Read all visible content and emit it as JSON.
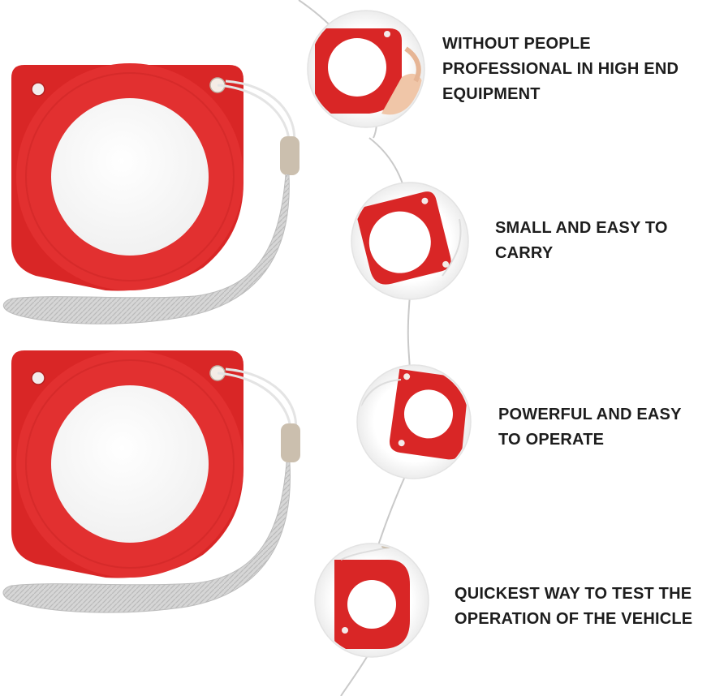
{
  "colors": {
    "product_red": "#dd2a2a",
    "strap_gray": "#cfcfcf",
    "clip_beige": "#cbbfae",
    "text": "#1d1d1d",
    "connector_line": "#c9c9c9"
  },
  "products": [
    {
      "name": "tester-card-top",
      "icon": "red-tester-card"
    },
    {
      "name": "tester-card-bottom",
      "icon": "red-tester-card"
    }
  ],
  "features": [
    {
      "icon": "hand-holding-tester-icon",
      "lines": [
        "WITHOUT PEOPLE",
        "PROFESSIONAL IN HIGH END",
        "EQUIPMENT"
      ]
    },
    {
      "icon": "tester-small-icon",
      "lines": [
        "SMALL AND EASY TO",
        "CARRY"
      ]
    },
    {
      "icon": "tester-operate-icon",
      "lines": [
        "POWERFUL AND EASY",
        "TO OPERATE"
      ]
    },
    {
      "icon": "tester-vehicle-icon",
      "lines": [
        "QUICKEST WAY TO TEST THE",
        "OPERATION OF THE VEHICLE"
      ]
    }
  ]
}
